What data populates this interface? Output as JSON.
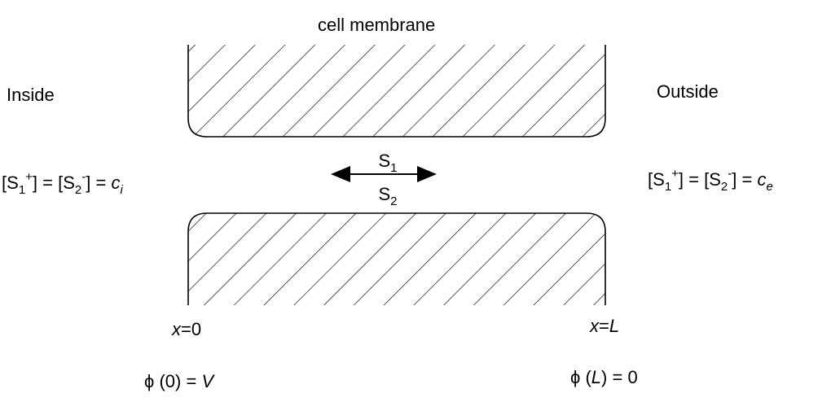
{
  "title": "cell membrane",
  "inside": {
    "label": "Inside",
    "conc": {
      "ion1": "S",
      "ion1_sub": "1",
      "ion1_charge": "+",
      "ion2": "S",
      "ion2_sub": "2",
      "ion2_charge": "-",
      "value": "c",
      "value_sub": "i"
    }
  },
  "outside": {
    "label": "Outside",
    "conc": {
      "ion1": "S",
      "ion1_sub": "1",
      "ion1_charge": "+",
      "ion2": "S",
      "ion2_sub": "2",
      "ion2_charge": "-",
      "value": "c",
      "value_sub": "e"
    }
  },
  "channel": {
    "top_species": "S",
    "top_sub": "1",
    "bottom_species": "S",
    "bottom_sub": "2"
  },
  "boundaries": {
    "left": {
      "x_var": "x",
      "x_value": "0",
      "phi": "ϕ",
      "phi_arg": "0",
      "phi_value": "V"
    },
    "right": {
      "x_var": "x",
      "x_value": "L",
      "phi": "ϕ",
      "phi_arg": "L",
      "phi_value": "0"
    }
  }
}
